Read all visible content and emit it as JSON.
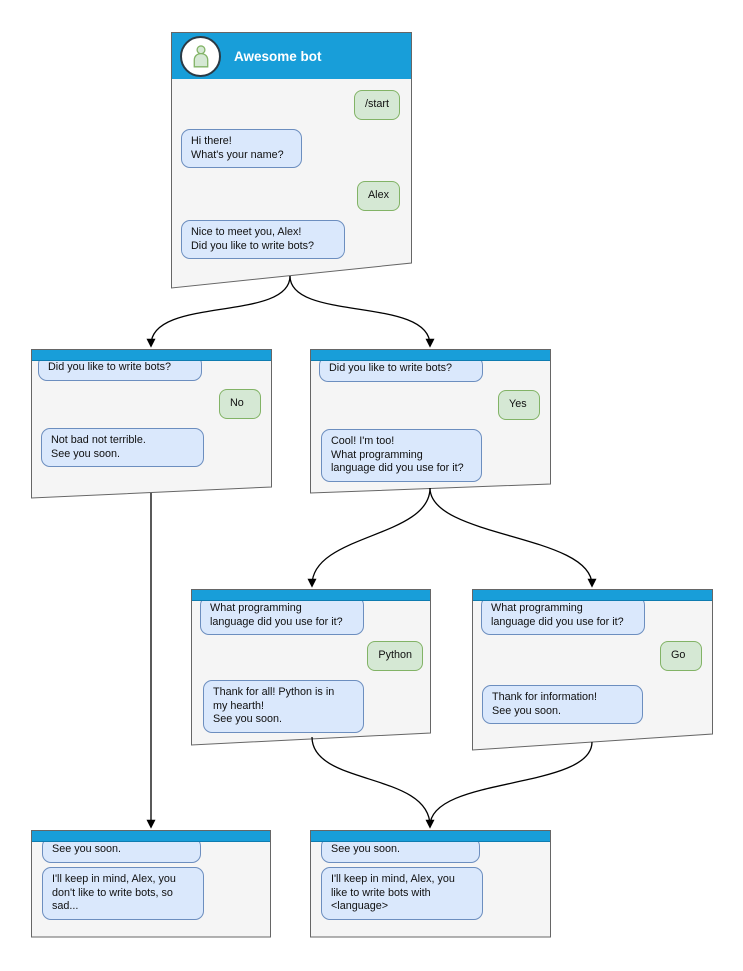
{
  "colors": {
    "header_blue": "#189ed9",
    "window_fill": "#f5f5f5",
    "window_border": "#666666",
    "bot_bubble_fill": "#dae8fc",
    "bot_bubble_border": "#6c8ebf",
    "user_bubble_fill": "#d5e8d4",
    "user_bubble_border": "#82b366",
    "arrow_color": "#000000"
  },
  "main_window": {
    "title": "Awesome bot",
    "avatar_icon": "person-icon",
    "messages": [
      {
        "from": "user",
        "text": "/start"
      },
      {
        "from": "bot",
        "text": "Hi there!\nWhat's your name?"
      },
      {
        "from": "user",
        "text": "Alex"
      },
      {
        "from": "bot",
        "text": "Nice to meet you, Alex!\nDid you like to write bots?"
      }
    ]
  },
  "no_branch_window": {
    "messages": [
      {
        "from": "bot",
        "text": "Did you like to write bots?"
      },
      {
        "from": "user",
        "text": "No"
      },
      {
        "from": "bot",
        "text": "Not bad not terrible.\nSee you soon."
      }
    ]
  },
  "yes_branch_window": {
    "messages": [
      {
        "from": "bot",
        "text": "Did you like to write bots?"
      },
      {
        "from": "user",
        "text": "Yes"
      },
      {
        "from": "bot",
        "text": "Cool! I'm too!\nWhat programming\nlanguage did you use for it?"
      }
    ]
  },
  "python_window": {
    "messages": [
      {
        "from": "bot",
        "text": "What programming\nlanguage did you use for it?"
      },
      {
        "from": "user",
        "text": "Python"
      },
      {
        "from": "bot",
        "text": "Thank for all! Python is in\nmy hearth!\nSee you soon."
      }
    ]
  },
  "go_window": {
    "messages": [
      {
        "from": "bot",
        "text": "What programming\nlanguage did you use for it?"
      },
      {
        "from": "user",
        "text": "Go"
      },
      {
        "from": "bot",
        "text": "Thank for information!\nSee you soon."
      }
    ]
  },
  "end_no_window": {
    "messages": [
      {
        "from": "bot",
        "text": "See you soon."
      },
      {
        "from": "bot",
        "text": "I'll keep in mind, Alex, you\ndon't like to write bots, so\nsad..."
      }
    ]
  },
  "end_yes_window": {
    "messages": [
      {
        "from": "bot",
        "text": "See you soon."
      },
      {
        "from": "bot",
        "text": "I'll keep in mind, Alex, you\nlike to write bots with\n<language>"
      }
    ]
  },
  "edges": [
    {
      "from": "main",
      "to": "no-branch"
    },
    {
      "from": "main",
      "to": "yes-branch"
    },
    {
      "from": "no-branch",
      "to": "end-no"
    },
    {
      "from": "yes-branch",
      "to": "python-branch"
    },
    {
      "from": "yes-branch",
      "to": "go-branch"
    },
    {
      "from": "python-branch",
      "to": "end-yes"
    },
    {
      "from": "go-branch",
      "to": "end-yes"
    }
  ]
}
